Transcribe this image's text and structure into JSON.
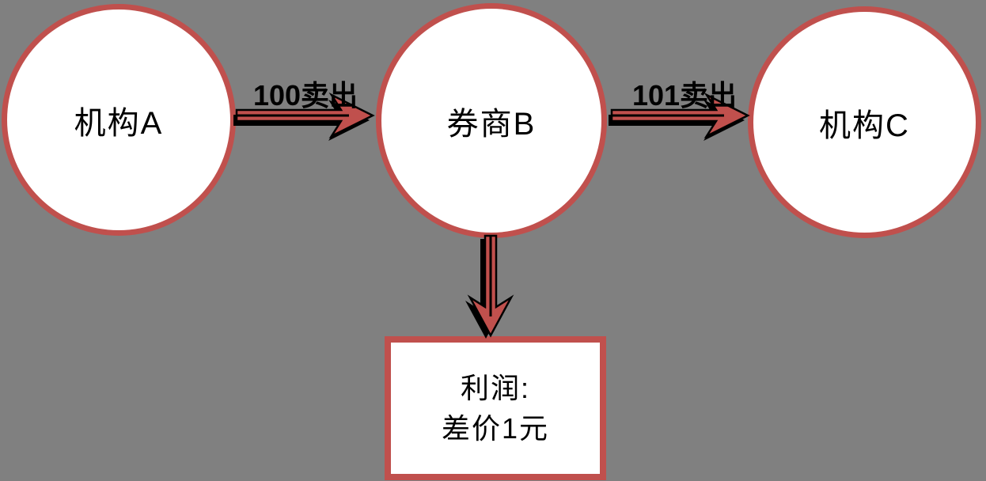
{
  "diagram": {
    "background_color": "#808080",
    "accent_color": "#c0504d",
    "node_fill_color": "#ffffff",
    "text_color": "#000000",
    "nodes": [
      {
        "id": "institution-a",
        "label": "机构A"
      },
      {
        "id": "broker-b",
        "label": "券商B"
      },
      {
        "id": "institution-c",
        "label": "机构C"
      }
    ],
    "edges": [
      {
        "id": "a-to-b",
        "from": "institution-a",
        "to": "broker-b",
        "label": "100卖出"
      },
      {
        "id": "b-to-c",
        "from": "broker-b",
        "to": "institution-c",
        "label": "101卖出"
      },
      {
        "id": "b-to-profit",
        "from": "broker-b",
        "to": "profit-box",
        "label": ""
      }
    ],
    "profit_box": {
      "line1": "利润:",
      "line2": "差价1元"
    }
  }
}
